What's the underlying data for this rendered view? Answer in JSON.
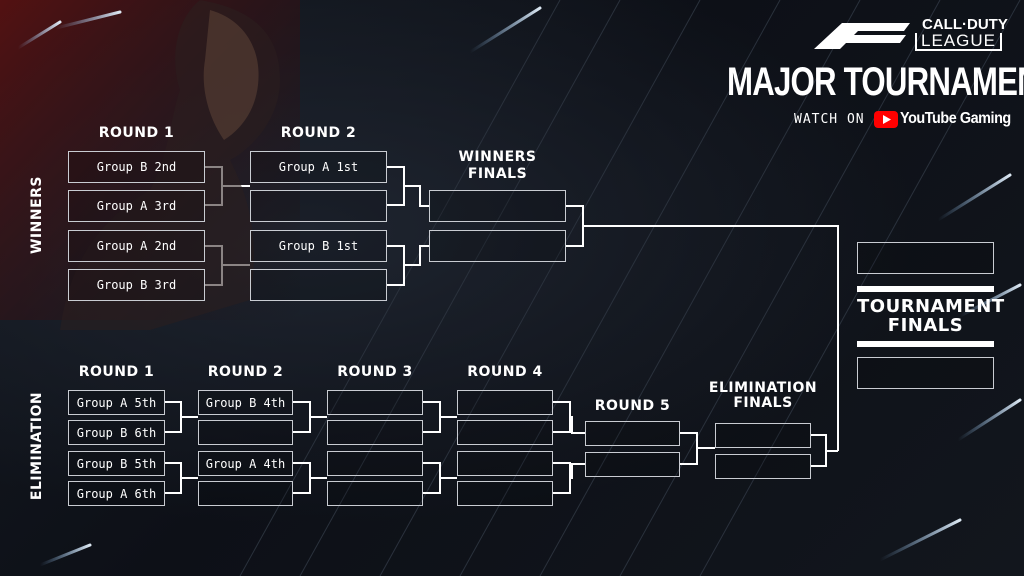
{
  "brand": {
    "logo_line1": "CALL·DUTY",
    "logo_line2": "LEAGUE",
    "title": "MAJOR TOURNAMENT",
    "watch_on": "WATCH ON",
    "platform": "YouTube Gaming"
  },
  "sections": {
    "winners": "WINNERS",
    "elimination": "ELIMINATION"
  },
  "winners": {
    "round1": {
      "label": "ROUND 1",
      "slots": [
        "Group B 2nd",
        "Group A 3rd",
        "Group A 2nd",
        "Group B 3rd"
      ]
    },
    "round2": {
      "label": "ROUND 2",
      "slots": [
        "Group A 1st",
        "",
        "Group B 1st",
        ""
      ]
    },
    "finals": {
      "label": "WINNERS\nFINALS",
      "slots": [
        "",
        ""
      ]
    }
  },
  "elimination": {
    "round1": {
      "label": "ROUND 1",
      "slots": [
        "Group A 5th",
        "Group B 6th",
        "Group B 5th",
        "Group A 6th"
      ]
    },
    "round2": {
      "label": "ROUND 2",
      "slots": [
        "Group B 4th",
        "",
        "Group A 4th",
        ""
      ]
    },
    "round3": {
      "label": "ROUND 3",
      "slots": [
        "",
        "",
        "",
        ""
      ]
    },
    "round4": {
      "label": "ROUND 4",
      "slots": [
        "",
        "",
        "",
        ""
      ]
    },
    "round5": {
      "label": "ROUND 5",
      "slots": [
        "",
        ""
      ]
    },
    "finals": {
      "label": "ELIMINATION\nFINALS",
      "slots": [
        "",
        ""
      ]
    }
  },
  "tournament_finals": {
    "label": "TOURNAMENT\nFINALS",
    "slots": [
      "",
      ""
    ]
  },
  "colors": {
    "background": "#0d1017",
    "line": "#ffffff",
    "box_border": "#c9ccd2",
    "youtube_red": "#ff0000",
    "accent_glow": "#8fc8ff"
  }
}
